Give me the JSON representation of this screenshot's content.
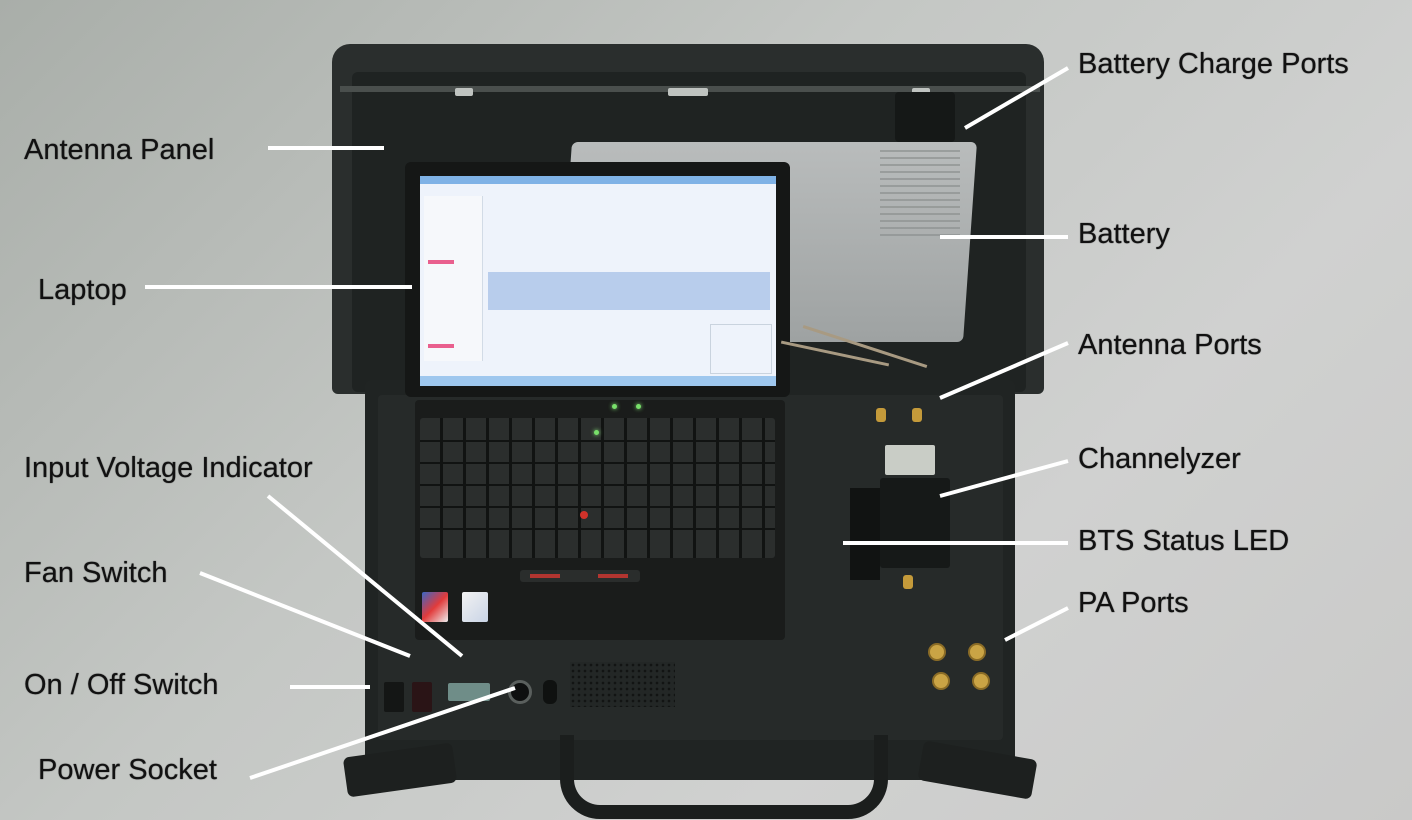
{
  "figure": {
    "type": "annotated-photo",
    "subject": "Portable BTS case with laptop"
  },
  "labels": {
    "left": [
      {
        "id": "antenna-panel",
        "text": "Antenna Panel"
      },
      {
        "id": "laptop",
        "text": "Laptop"
      },
      {
        "id": "input-voltage-indicator",
        "text": "Input Voltage Indicator"
      },
      {
        "id": "fan-switch",
        "text": "Fan Switch"
      },
      {
        "id": "on-off-switch",
        "text": "On / Off Switch"
      },
      {
        "id": "power-socket",
        "text": "Power Socket"
      }
    ],
    "right": [
      {
        "id": "battery-charge-ports",
        "text": "Battery Charge Ports"
      },
      {
        "id": "battery",
        "text": "Battery"
      },
      {
        "id": "antenna-ports",
        "text": "Antenna Ports"
      },
      {
        "id": "channelyzer",
        "text": "Channelyzer"
      },
      {
        "id": "bts-status-led",
        "text": "BTS Status LED"
      },
      {
        "id": "pa-ports",
        "text": "PA Ports"
      }
    ]
  },
  "colors": {
    "background": "#c4c7c4",
    "case": "#222625",
    "label_text": "#111111",
    "leader_line": "#ffffff",
    "screen": "#eef3fb",
    "status_led": "#78e06a"
  }
}
